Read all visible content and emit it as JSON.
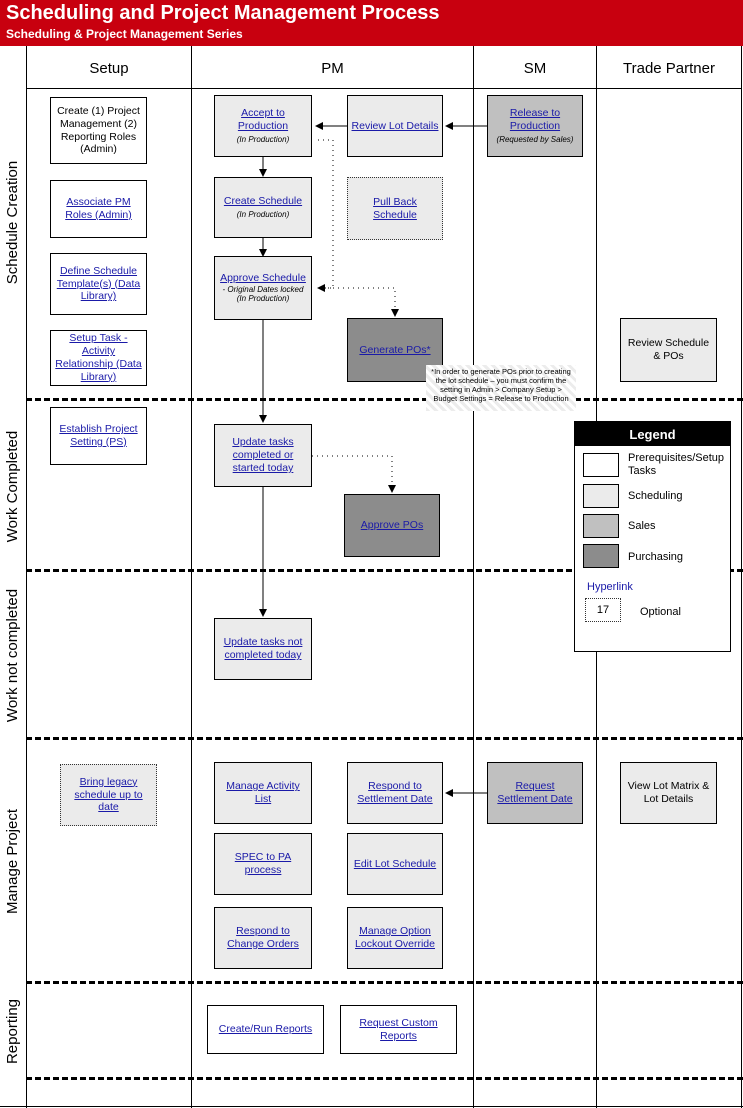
{
  "header": {
    "title": "Scheduling and Project Management Process",
    "subtitle": "Scheduling & Project Management Series"
  },
  "columns": [
    "Setup",
    "PM",
    "SM",
    "Trade Partner"
  ],
  "lanes": [
    "Schedule Creation",
    "Work Completed",
    "Work not completed",
    "Manage Project",
    "Reporting"
  ],
  "boxes": {
    "create_roles": "Create (1) Project Management (2) Reporting Roles (Admin)",
    "associate_pm": "Associate PM Roles (Admin)",
    "define_template": "Define Schedule Template(s) (Data Library)",
    "setup_task": "Setup Task - Activity Relationship (Data Library)",
    "establish_setting": "Establish Project Setting (PS)",
    "bring_legacy": "Bring legacy schedule up to date",
    "accept_production": "Accept to Production",
    "accept_production_sub": "(In Production)",
    "create_schedule": "Create Schedule",
    "create_schedule_sub": "(In Production)",
    "approve_schedule": "Approve Schedule",
    "approve_schedule_sub": "- Original Dates locked",
    "approve_schedule_sub2": "(In Production)",
    "review_lot": "Review Lot Details",
    "pull_back": "Pull Back Schedule",
    "generate_pos": "Generate POs*",
    "update_completed": "Update tasks completed or started today",
    "approve_pos": "Approve POs",
    "update_not_completed": "Update tasks not completed today",
    "manage_activity": "Manage Activity List",
    "respond_settlement": "Respond to Settlement Date",
    "spec_to_pa": "SPEC to PA process",
    "edit_lot": "Edit Lot Schedule",
    "respond_change": "Respond to Change Orders",
    "manage_option": "Manage Option Lockout Override",
    "create_reports": "Create/Run Reports",
    "request_reports": "Request Custom Reports",
    "release_production": "Release to Production",
    "release_production_sub": "(Requested by Sales)",
    "request_settlement": "Request Settlement Date",
    "review_schedule_pos": "Review Schedule & POs",
    "view_lot_matrix": "View Lot Matrix & Lot Details"
  },
  "note": "*In order to generate POs prior to creating the lot schedule – you must confirm the setting in Admin > Company Setup > Budget Settings = Release to Production",
  "legend": {
    "title": "Legend",
    "items": [
      "Prerequisites/Setup Tasks",
      "Scheduling",
      "Sales",
      "Purchasing"
    ],
    "colors": [
      "#ffffff",
      "#ebebeb",
      "#c0c0c0",
      "#8c8c8c"
    ],
    "hyperlink": "Hyperlink",
    "optional_number": "17",
    "optional_label": "Optional"
  }
}
